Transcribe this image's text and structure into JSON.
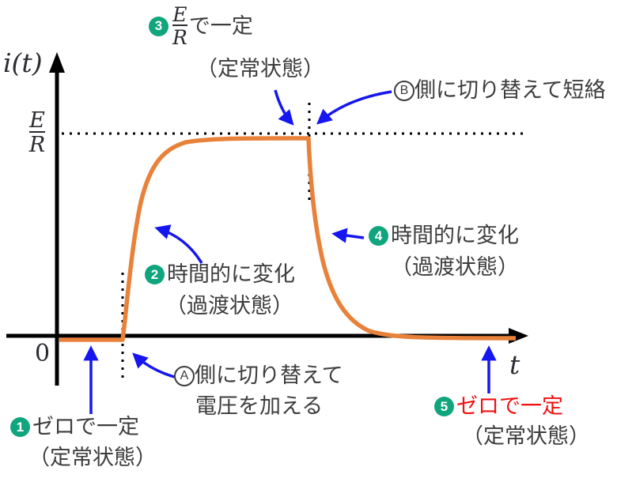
{
  "figure": {
    "y_axis_label": "i(t)",
    "x_axis_label": "t",
    "origin_label": "0",
    "axis_value": {
      "numerator": "E",
      "denominator": "R"
    }
  },
  "annotations": {
    "step1": {
      "number": "1",
      "text": "ゼロで一定",
      "subtext": "（定常状態）"
    },
    "step2": {
      "number": "2",
      "text": "時間的に変化",
      "subtext": "（過渡状態）"
    },
    "step3": {
      "number": "3",
      "numerator": "E",
      "denominator": "R",
      "text": "で一定",
      "subtext": "（定常状態）"
    },
    "step4": {
      "number": "4",
      "text": "時間的に変化",
      "subtext": "（過渡状態）"
    },
    "step5": {
      "number": "5",
      "text": "ゼロで一定",
      "subtext": "（定常状態）"
    },
    "switch_a": {
      "badge": "A",
      "text": "側に切り替えて",
      "text2": "電圧を加える"
    },
    "switch_b": {
      "badge": "B",
      "text": "側に切り替えて短絡"
    }
  },
  "colors": {
    "curve": "#e8823a",
    "arrow": "#1616f0",
    "step_badge": "#10a57c",
    "highlight": "#f01010",
    "text": "#3d3d3d",
    "math": "#2b2b31",
    "axis": "#000000"
  },
  "chart_data": {
    "type": "line",
    "title": "",
    "xlabel": "t",
    "ylabel": "i(t)",
    "y_reference_level": "E/R",
    "series": [
      {
        "name": "i(t)",
        "phases": [
          {
            "phase": "1",
            "range": "before switch to A",
            "value": "0 (constant, steady state)"
          },
          {
            "phase": "2",
            "range": "after switch to A",
            "value": "rises exponentially toward E/R (transient state)"
          },
          {
            "phase": "3",
            "range": "settled",
            "value": "constant at E/R (steady state)"
          },
          {
            "phase": "4",
            "range": "after switch to B (short circuit)",
            "value": "decays exponentially toward 0 (transient state)"
          },
          {
            "phase": "5",
            "range": "settled",
            "value": "0 (constant, steady state)"
          }
        ]
      }
    ],
    "events": [
      {
        "label": "Ⓐ側に切り替えて電圧を加える",
        "x": "t1 (left dotted line)"
      },
      {
        "label": "Ⓑ側に切り替えて短絡",
        "x": "t2 (right dotted line)"
      }
    ]
  }
}
